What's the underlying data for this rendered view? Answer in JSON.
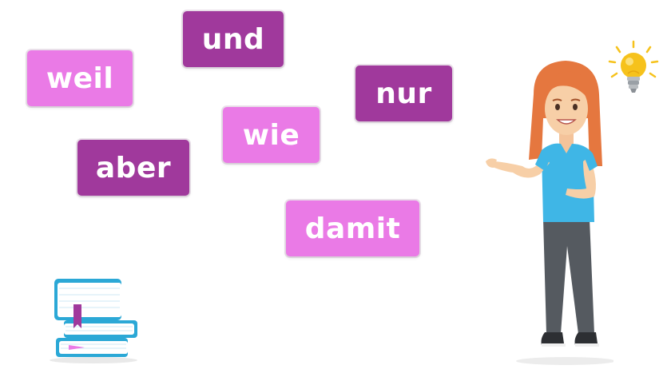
{
  "words": {
    "und": "und",
    "weil": "weil",
    "nur": "nur",
    "wie": "wie",
    "aber": "aber",
    "damit": "damit"
  },
  "colors": {
    "dark_card": "#a0399c",
    "light_card": "#ea7ae6",
    "book_blue": "#2ba8d6",
    "shirt": "#3fb6e6",
    "pants": "#555a60",
    "hair": "#e5773f",
    "bulb": "#f6c21c"
  },
  "icons": [
    "light-bulb-icon",
    "book-stack-icon"
  ]
}
